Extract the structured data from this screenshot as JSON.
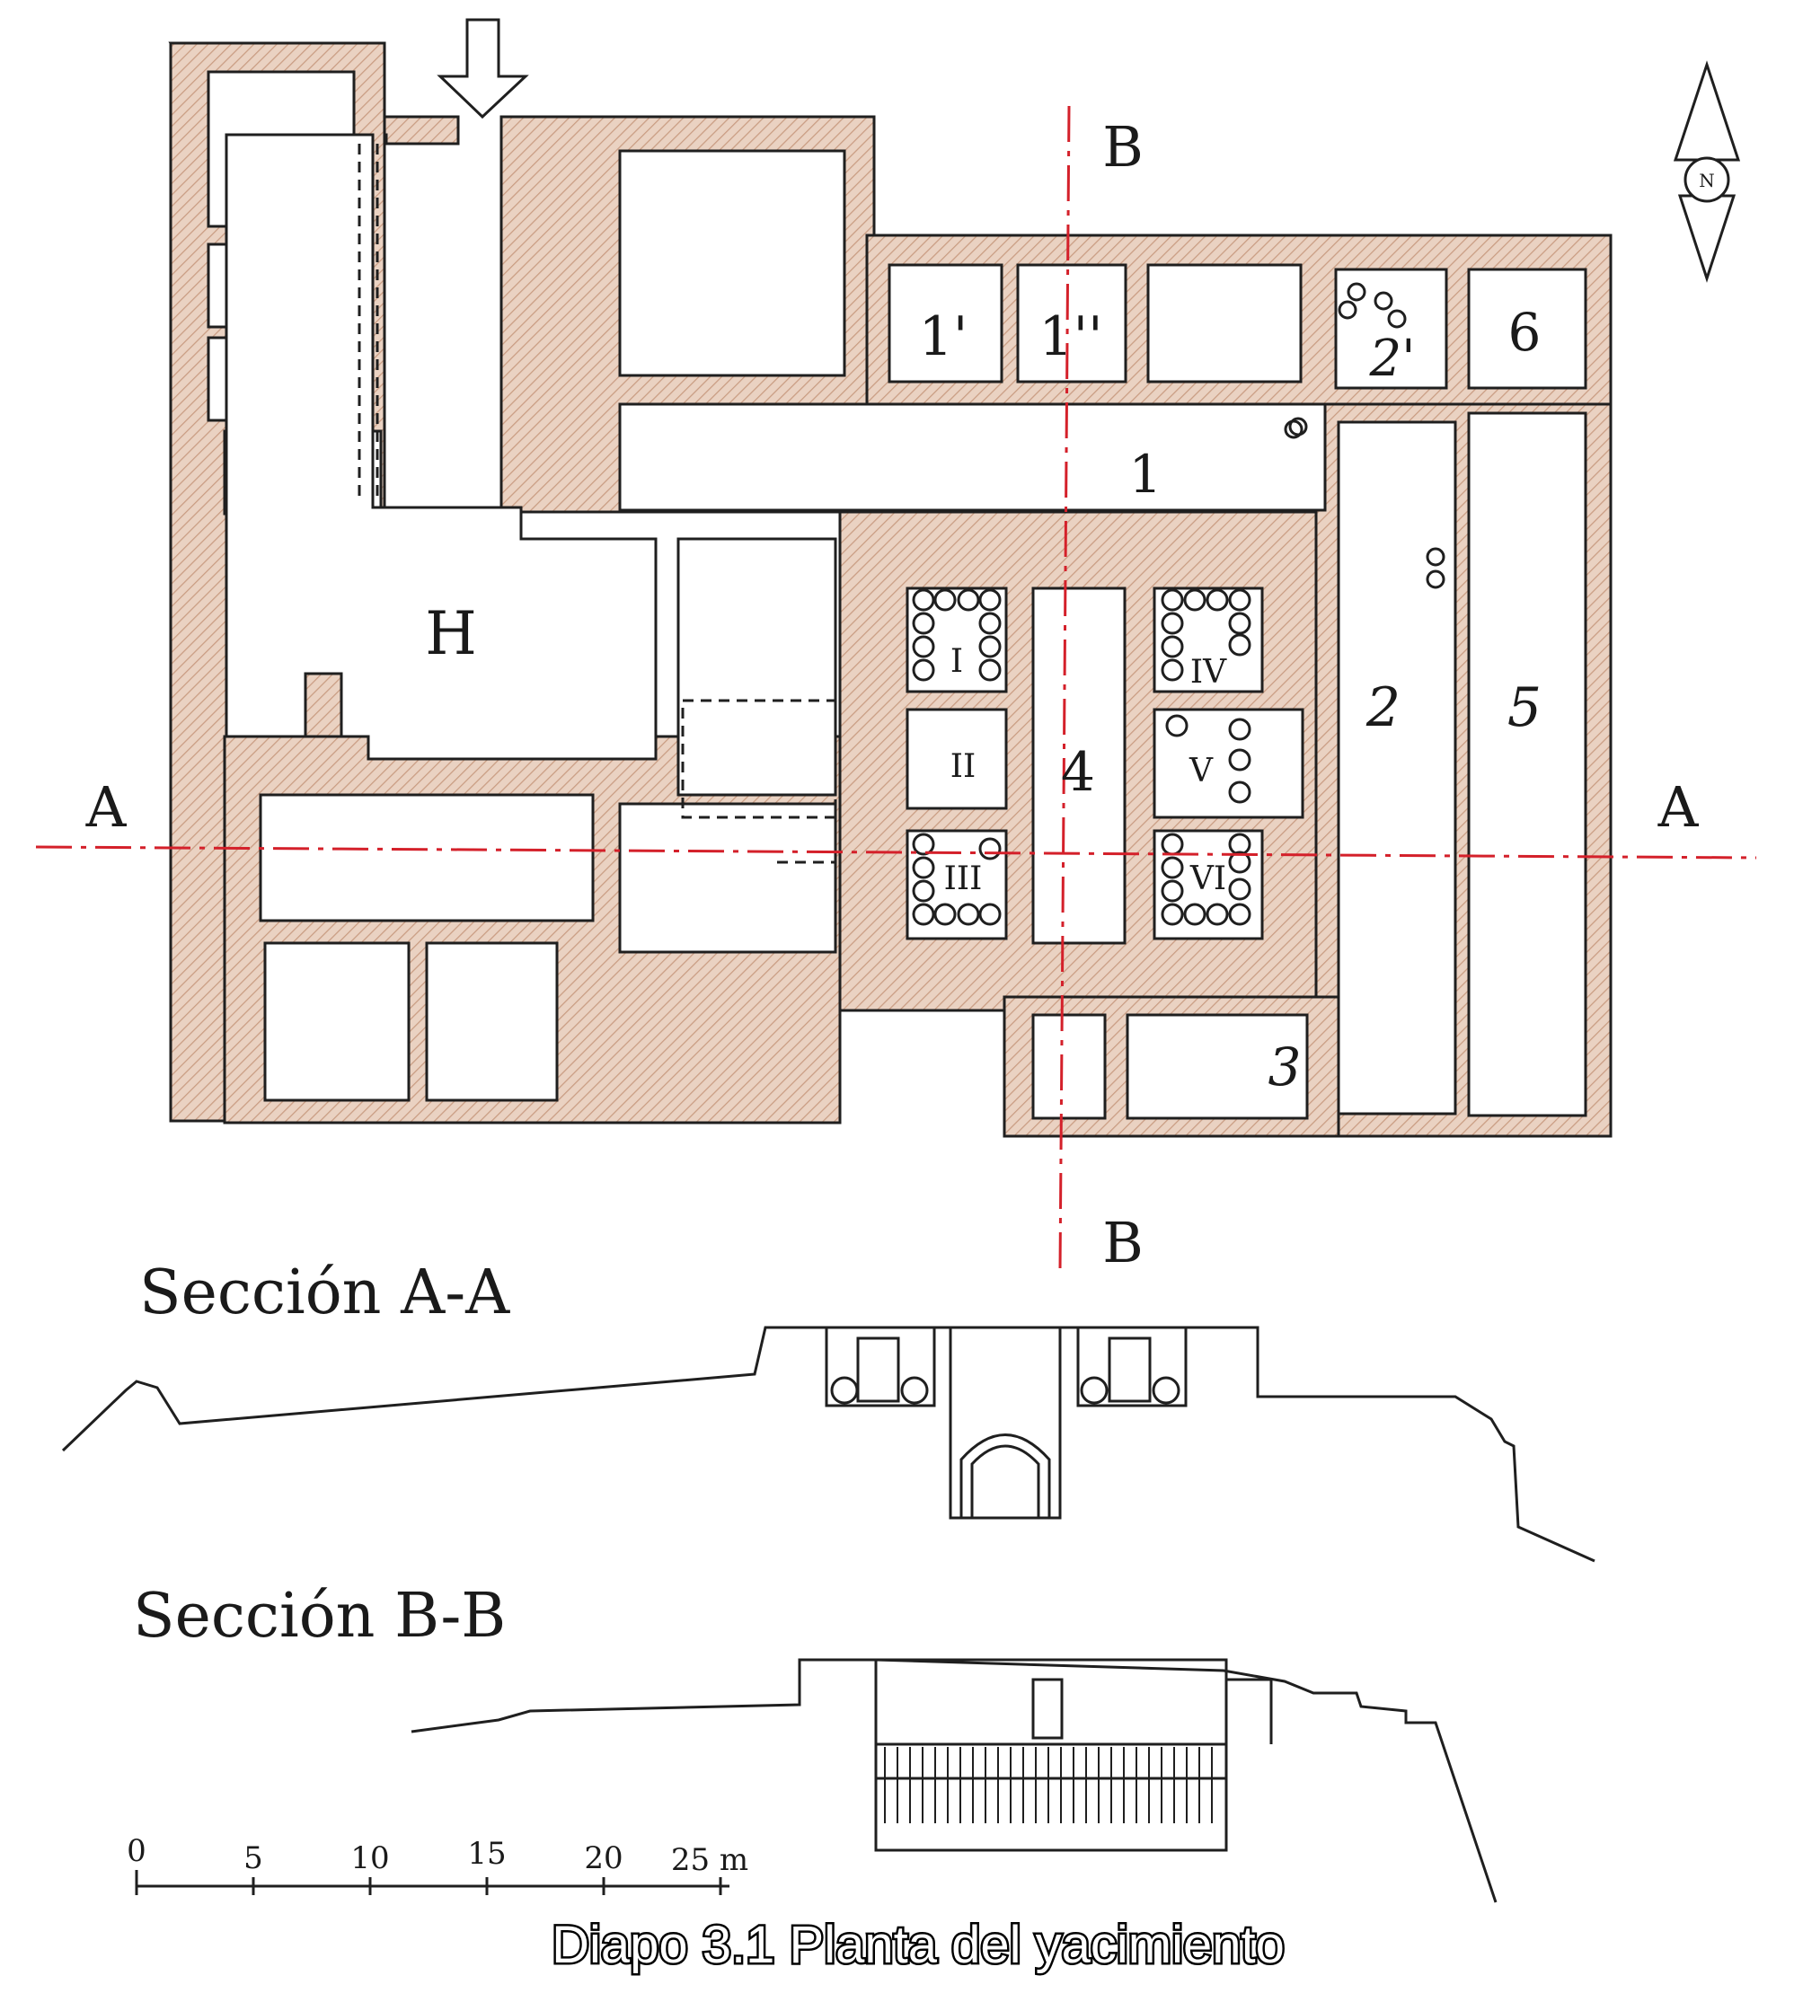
{
  "section_markers": {
    "a": "A",
    "b": "B"
  },
  "rooms": {
    "r1p": "1'",
    "r1pp": "1''",
    "r1": "1",
    "r2": "2",
    "r2p": "2'",
    "r3": "3",
    "r4": "4",
    "r5": "5",
    "r6": "6",
    "H": "H",
    "I": "I",
    "II": "II",
    "III": "III",
    "IV": "IV",
    "V": "V",
    "VI": "VI"
  },
  "north_label": "N",
  "sections": {
    "aa": "Sección A-A",
    "bb": "Sección B-B"
  },
  "scale": {
    "ticks": [
      "0",
      "5",
      "10",
      "15",
      "20"
    ],
    "end": "25 m"
  },
  "caption": "Diapo 3.1 Planta del yacimiento",
  "colors": {
    "wall": "#e7cbb9",
    "line": "#1f1f1f",
    "section_line": "#d4202a"
  }
}
